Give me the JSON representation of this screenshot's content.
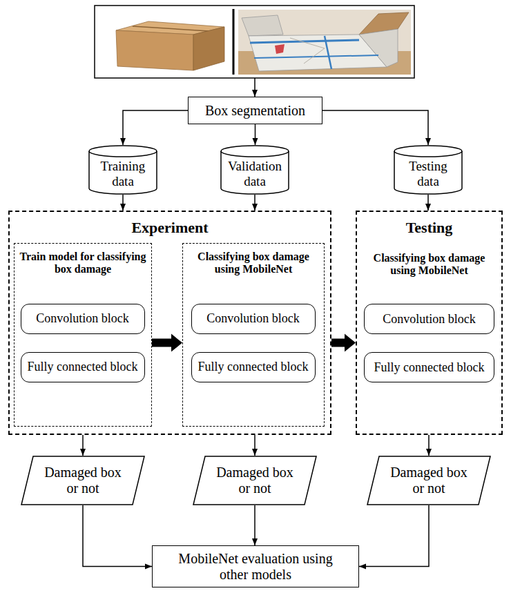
{
  "diagram": {
    "nodes": [
      {
        "text": [
          "Box segmentation"
        ]
      },
      {
        "text": [
          "Training data"
        ]
      },
      {
        "text": [
          "Validation data"
        ]
      },
      {
        "text": [
          "Testing data"
        ]
      },
      {
        "text": [
          "Experiment"
        ]
      },
      {
        "text": [
          "Train model for classifying box damage"
        ],
        "in": 4
      },
      {
        "text": [
          "Convolution block"
        ],
        "in": 5
      },
      {
        "text": [
          "Fully connected block"
        ],
        "in": 5
      },
      {
        "text": [
          "Classifying box damage using MobileNet"
        ],
        "in": 4
      },
      {
        "text": [
          "Convolution block"
        ],
        "in": 8
      },
      {
        "text": [
          "Fully connected block"
        ],
        "in": 8
      },
      {
        "text": [
          "Testing",
          "Classifying box damage using MobileNet"
        ]
      },
      {
        "text": [
          "Convolution block"
        ],
        "in": 11
      },
      {
        "text": [
          "Fully connected block"
        ],
        "in": 11
      },
      {
        "text": [
          "Damaged box or not"
        ]
      },
      {
        "text": [
          "Damaged box or not"
        ]
      },
      {
        "text": [
          "Damaged box or not"
        ]
      },
      {
        "text": [
          "MobileNet evaluation using other models"
        ]
      }
    ],
    "edges": [
      {
        "from": 0,
        "to": 1,
        "arrow": "to"
      },
      {
        "from": 0,
        "to": 2,
        "arrow": "to"
      },
      {
        "from": 0,
        "to": 3,
        "arrow": "to"
      },
      {
        "from": 1,
        "to": 4,
        "arrow": "to"
      },
      {
        "from": 2,
        "to": 4,
        "arrow": "to"
      },
      {
        "from": 3,
        "to": 11,
        "arrow": "to"
      },
      {
        "from": 5,
        "to": 8,
        "arrow": "to"
      },
      {
        "from": 4,
        "to": 11,
        "arrow": "to"
      },
      {
        "from": 4,
        "to": 14,
        "arrow": "to"
      },
      {
        "from": 4,
        "to": 15,
        "arrow": "to"
      },
      {
        "from": 11,
        "to": 16,
        "arrow": "to"
      },
      {
        "from": 14,
        "to": 17,
        "arrow": "to"
      },
      {
        "from": 15,
        "to": 17,
        "arrow": "to"
      },
      {
        "from": 16,
        "to": 17,
        "arrow": "to"
      }
    ]
  }
}
